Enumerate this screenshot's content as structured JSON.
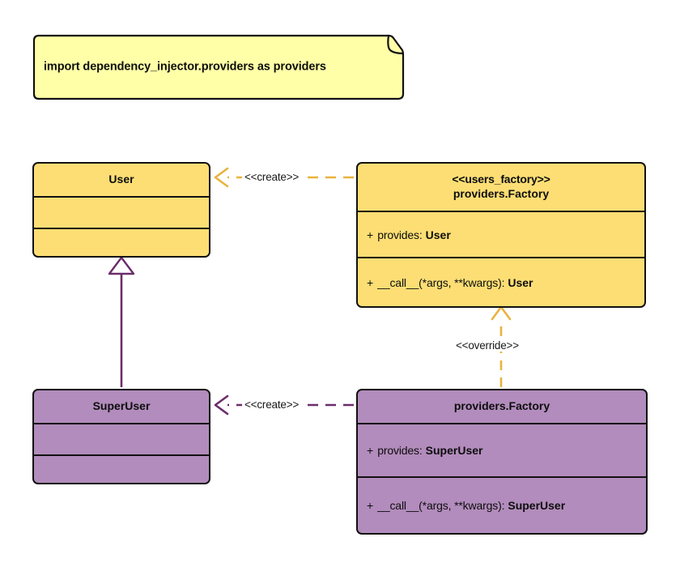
{
  "diagram": {
    "type": "uml-class-diagram",
    "background": "#ffffff",
    "colors": {
      "note_fill": "#FFFFA8",
      "gold_fill": "#FCDE74",
      "purple_fill": "#B28CBC",
      "outline": "#111111",
      "gold_edge": "#E8B33C",
      "purple_edge": "#6B2D6B"
    }
  },
  "note": {
    "text": "import dependency_injector.providers as providers"
  },
  "classes": {
    "user": {
      "title": "User",
      "attributes": [],
      "methods": []
    },
    "users_factory": {
      "stereotype": "<<users_factory>>",
      "title": "providers.Factory",
      "attributes": [
        {
          "visibility": "+",
          "name": "provides:",
          "type": "User"
        }
      ],
      "methods": [
        {
          "visibility": "+",
          "name": "__call__(*args, **kwargs):",
          "type": "User"
        }
      ]
    },
    "super_user": {
      "title": "SuperUser",
      "attributes": [],
      "methods": []
    },
    "factory_override": {
      "stereotype": "",
      "title": "providers.Factory",
      "attributes": [
        {
          "visibility": "+",
          "name": "provides:",
          "type": "SuperUser"
        }
      ],
      "methods": [
        {
          "visibility": "+",
          "name": "__call__(*args, **kwargs):",
          "type": "SuperUser"
        }
      ]
    }
  },
  "edges": {
    "create_user": {
      "label": "<<create>>",
      "style": "dashed",
      "color": "#E8B33C",
      "from": "users_factory",
      "to": "user",
      "arrow": "open"
    },
    "create_super_user": {
      "label": "<<create>>",
      "style": "dashed",
      "color": "#6B2D6B",
      "from": "factory_override",
      "to": "super_user",
      "arrow": "open"
    },
    "override": {
      "label": "<<override>>",
      "style": "dashed",
      "color": "#E8B33C",
      "from": "factory_override",
      "to": "users_factory",
      "arrow": "open"
    },
    "inheritance": {
      "label": "",
      "style": "solid",
      "color": "#6B2D6B",
      "from": "super_user",
      "to": "user",
      "arrow": "hollow-triangle"
    }
  }
}
